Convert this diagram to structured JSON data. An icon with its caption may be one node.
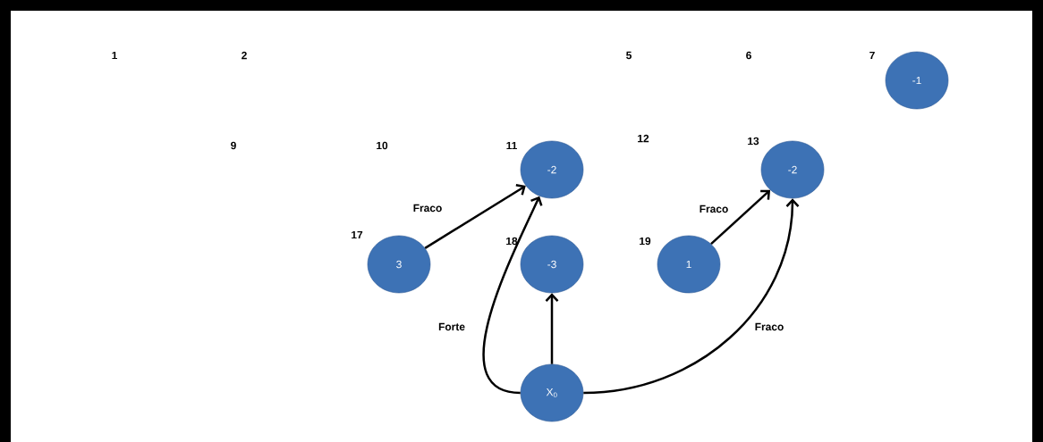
{
  "diagram": {
    "nodes": [
      {
        "text": [
          "-1"
        ],
        "beside": [
          "7"
        ]
      },
      {
        "text": [
          "-2"
        ],
        "beside": [
          "11"
        ]
      },
      {
        "text": [
          "-2"
        ],
        "beside": [
          "13"
        ]
      },
      {
        "text": [
          "3"
        ],
        "beside": [
          "17"
        ]
      },
      {
        "text": [
          "-3"
        ],
        "beside": [
          "18"
        ]
      },
      {
        "text": [
          "1"
        ],
        "beside": [
          "19"
        ]
      },
      {
        "text": [
          "X$_{0}$"
        ]
      }
    ],
    "edges": [
      {
        "from": 3,
        "to": 1,
        "arrow": "to",
        "label": "Fraco"
      },
      {
        "from": 6,
        "to": 1,
        "arrow": "to",
        "label": "Forte"
      },
      {
        "from": 6,
        "to": 4,
        "arrow": "to"
      },
      {
        "from": 5,
        "to": 2,
        "arrow": "to",
        "label": "Fraco"
      },
      {
        "from": 6,
        "to": 2,
        "arrow": "to",
        "label": "Fraco"
      }
    ],
    "labels": [
      "1",
      "2",
      "5",
      "6",
      "9",
      "10",
      "12"
    ]
  }
}
